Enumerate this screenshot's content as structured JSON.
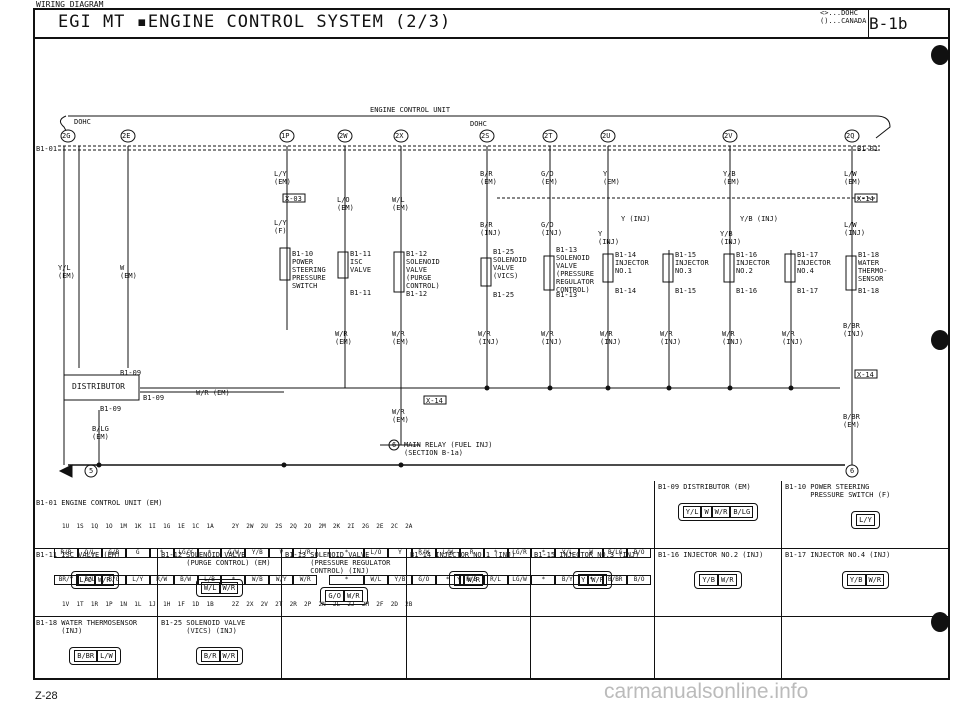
{
  "header": {
    "top_fragment": "WIRING DIAGRAM",
    "title": "EGI MT  ▪ENGINE CONTROL SYSTEM (2/3)",
    "legend_line1": "<>...DOHC",
    "legend_line2": "()...CANADA",
    "code": "B-1b"
  },
  "ecu": {
    "label": "ENGINE CONTROL UNIT",
    "dohc_top": "DOHC",
    "dohc_left": "DOHC",
    "pins": [
      "2G",
      "2E",
      "1P",
      "2W",
      "2X",
      "2S",
      "2T",
      "2U",
      "2V",
      "2Q"
    ],
    "left_conn": "B1-01",
    "right_conn": "B1-01"
  },
  "wires": [
    {
      "id": "w1",
      "text": "Y/L\n(EM)"
    },
    {
      "id": "w2",
      "text": "W\n(EM)"
    },
    {
      "id": "w3",
      "text": "L/Y\n(EM)"
    },
    {
      "id": "w4",
      "text": "L/Y\n(F)"
    },
    {
      "id": "w5",
      "text": "L/O\n(EM)"
    },
    {
      "id": "w6",
      "text": "W/L\n(EM)"
    },
    {
      "id": "w7",
      "text": "B/R\n(EM)"
    },
    {
      "id": "w8",
      "text": "B/R\n(INJ)"
    },
    {
      "id": "w9",
      "text": "G/O\n(EM)"
    },
    {
      "id": "w10",
      "text": "G/O\n(INJ)"
    },
    {
      "id": "w11",
      "text": "Y\n(EM)"
    },
    {
      "id": "w12",
      "text": "Y (INJ)"
    },
    {
      "id": "w13",
      "text": "Y\n(INJ)"
    },
    {
      "id": "w14",
      "text": "Y/B\n(EM)"
    },
    {
      "id": "w15",
      "text": "Y/B (INJ)"
    },
    {
      "id": "w16",
      "text": "Y/B\n(INJ)"
    },
    {
      "id": "w17",
      "text": "L/W\n(EM)"
    },
    {
      "id": "w18",
      "text": "L/W\n(INJ)"
    },
    {
      "id": "w19",
      "text": "W/R\n(EM)"
    },
    {
      "id": "w20",
      "text": "W/R\n(EM)"
    },
    {
      "id": "w21",
      "text": "W/R\n(INJ)"
    },
    {
      "id": "w22",
      "text": "W/R\n(INJ)"
    },
    {
      "id": "w23",
      "text": "W/R\n(INJ)"
    },
    {
      "id": "w24",
      "text": "W/R\n(INJ)"
    },
    {
      "id": "w25",
      "text": "W/R\n(INJ)"
    },
    {
      "id": "w26",
      "text": "W/R\n(INJ)"
    },
    {
      "id": "w27",
      "text": "B/BR\n(INJ)"
    },
    {
      "id": "w28",
      "text": "B/BR\n(EM)"
    },
    {
      "id": "w29",
      "text": "W/R (EM)"
    },
    {
      "id": "w30",
      "text": "W/R\n(EM)"
    },
    {
      "id": "w31",
      "text": "B/LG\n(EM)"
    }
  ],
  "components": [
    {
      "id": "c1",
      "text": "B1-10\nPOWER\nSTEERING\nPRESSURE\nSWITCH"
    },
    {
      "id": "c2",
      "text": "B1-11\nISC\nVALVE"
    },
    {
      "id": "c3",
      "text": "B1-12\nSOLENOID\nVALVE\n(PURGE\nCONTROL)"
    },
    {
      "id": "c4",
      "text": "B1-25\nSOLENOID\nVALVE\n(VICS)"
    },
    {
      "id": "c5",
      "text": "B1-13\nSOLENOID\nVALVE\n(PRESSURE\nREGULATOR\nCONTROL)"
    },
    {
      "id": "c6",
      "text": "B1-14\nINJECTOR\nNO.1"
    },
    {
      "id": "c7",
      "text": "B1-15\nINJECTOR\nNO.3"
    },
    {
      "id": "c8",
      "text": "B1-16\nINJECTOR\nNO.2"
    },
    {
      "id": "c9",
      "text": "B1-17\nINJECTOR\nNO.4"
    },
    {
      "id": "c10",
      "text": "B1-18\nWATER\nTHERMO-\nSENSOR"
    }
  ],
  "conn_labels": [
    "X-03",
    "X-14",
    "B1-11",
    "B1-12",
    "B1-25",
    "B1-13",
    "B1-14",
    "B1-15",
    "B1-16",
    "B1-17",
    "B1-18",
    "X-14",
    "X-14",
    "B1-09",
    "B1-09",
    "B1-09"
  ],
  "distributor": "DISTRIBUTOR",
  "main_relay": "MAIN RELAY (FUEL INJ)\n(SECTION B-1a)",
  "grounds": [
    "5",
    "6"
  ],
  "relay_num": "6",
  "table": {
    "ecu_title": "B1-01 ENGINE CONTROL UNIT (EM)",
    "ecu_top_pins": "1U  1S  1Q  1O  1M  1K  1I  1G  1E  1C  1A     2Y  2W  2U  2S  2Q  2O  2M  2K  2I  2G  2E  2C  2A",
    "ecu_row1": [
      "R/B",
      "O/L",
      "G/B",
      "G",
      "*",
      "LG/Y",
      "*",
      "G/W",
      "Y/B",
      "V",
      "L/R",
      "*",
      "L/O",
      "Y",
      "R/W",
      "L/W",
      "R",
      "*",
      "LG/R",
      "*",
      "Y/L",
      "W",
      "B/LG",
      "B/O"
    ],
    "ecu_row2": [
      "BR/Y",
      "B/L",
      "B/G",
      "L/Y",
      "R/W",
      "B/W",
      "L/B",
      "*",
      "W/B",
      "W/Y",
      "W/R",
      "*",
      "W/L",
      "Y/B",
      "G/O",
      "*",
      "R/B",
      "R/L",
      "LG/W",
      "*",
      "B/Y",
      "*",
      "B/BR",
      "B/O"
    ],
    "ecu_bot_pins": "1V  1T  1R  1P  1N  1L  1J  1H  1F  1D  1B     2Z  2X  2V  2T  2R  2P  2N  2L  2J  2H  2F  2D  2B",
    "b109_title": "B1-09 DISTRIBUTOR (EM)",
    "b109_pins": [
      "Y/L",
      "W",
      "W/R",
      "B/LG"
    ],
    "b110_title": "B1-10 POWER STEERING\n      PRESSURE SWITCH (F)",
    "b110_pins": [
      "L/Y"
    ],
    "b111_title": "B1-11 ISC VALVE (EM)",
    "b111_pins": [
      "L/O",
      "W/R"
    ],
    "b112_title": "B1-12 SOLENOID VALVE\n      (PURGE CONTROL) (EM)",
    "b112_pins": [
      "W/L",
      "W/R"
    ],
    "b113_title": "B1-13 SOLENOID VALVE\n      (PRESSURE REGULATOR\n      CONTROL) (INJ)",
    "b113_pins": [
      "G/O",
      "W/R"
    ],
    "b114_title": "B1-14 INJECTOR NO.1 (INJ)",
    "b114_pins": [
      "Y",
      "W/R"
    ],
    "b115_title": "B1-15 INJECTOR NO.3 (INJ)",
    "b115_pins": [
      "Y",
      "W/R"
    ],
    "b116_title": "B1-16 INJECTOR NO.2 (INJ)",
    "b116_pins": [
      "Y/B",
      "W/R"
    ],
    "b117_title": "B1-17 INJECTOR NO.4 (INJ)",
    "b117_pins": [
      "Y/B",
      "W/R"
    ],
    "b118_title": "B1-18 WATER THERMOSENSOR\n      (INJ)",
    "b118_pins": [
      "B/BR",
      "L/W"
    ],
    "b125_title": "B1-25 SOLENOID VALVE\n      (VICS) (INJ)",
    "b125_pins": [
      "B/R",
      "W/R"
    ]
  },
  "footer": {
    "page": "Z-28",
    "watermark": "carmanualsonline.info"
  }
}
